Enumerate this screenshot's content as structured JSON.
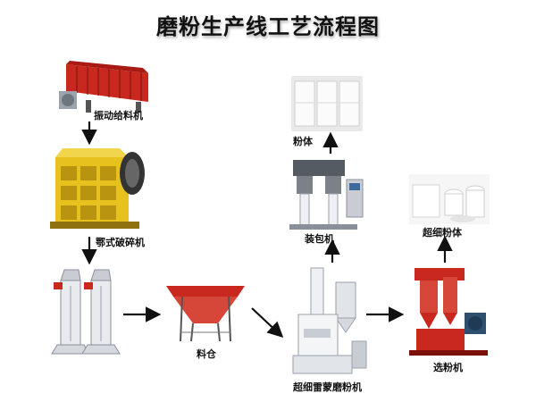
{
  "title": "磨粉生产线工艺流程图",
  "nodes": {
    "feeder": "振动给料机",
    "jaw_crusher": "鄂式破碎机",
    "bin": "料仓",
    "mill": "超细雷蒙磨粉机",
    "packer": "装包机",
    "powder": "粉体",
    "classifier": "选粉机",
    "fine_powder": "超细粉体"
  },
  "colors": {
    "machine_red": "#c8281e",
    "machine_yellow": "#e7c21f",
    "steel": "#d9dde3",
    "bag": "#f2f2f2",
    "arrow": "#111111"
  }
}
